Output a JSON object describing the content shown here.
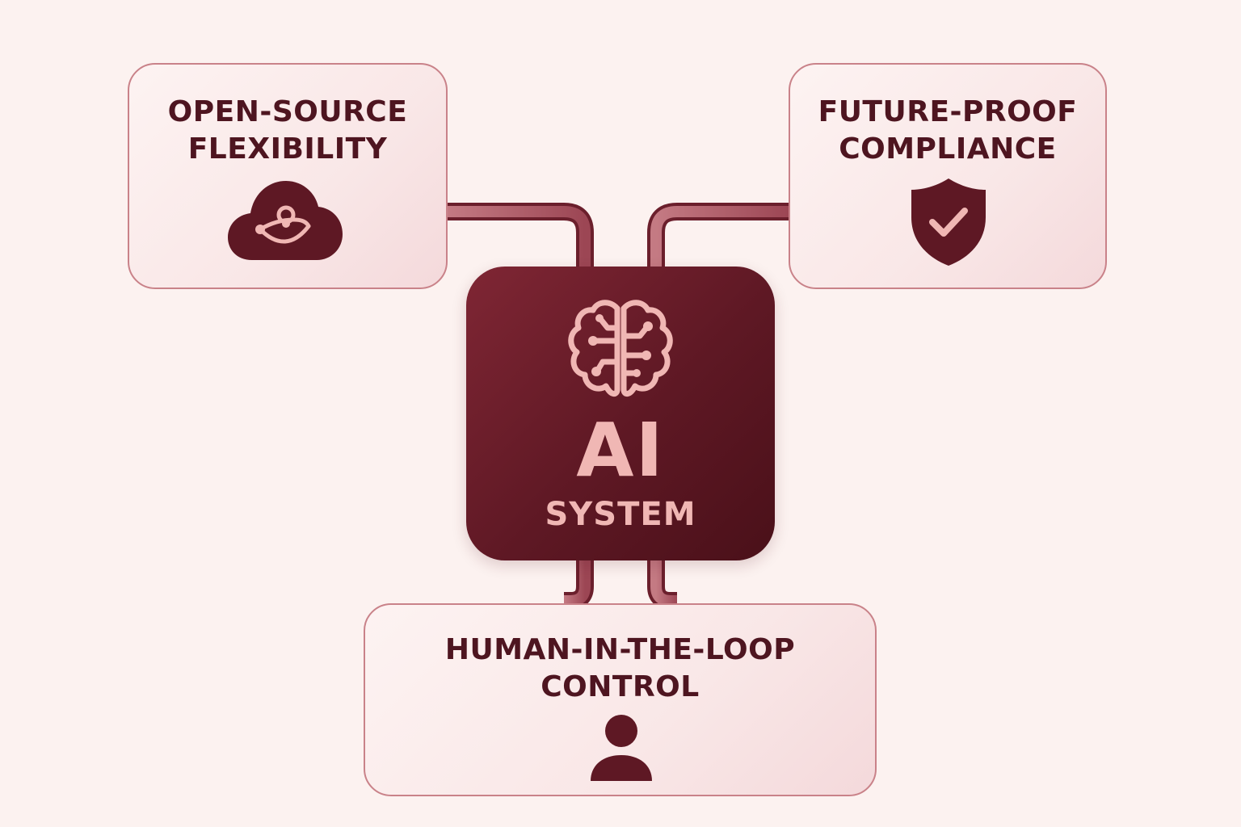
{
  "center": {
    "title": "AI",
    "subtitle": "SYSTEM",
    "icon": "brain-circuit-icon"
  },
  "nodes": {
    "open_source": {
      "line1": "OPEN-SOURCE",
      "line2": "FLEXIBILITY",
      "icon": "cloud-network-icon"
    },
    "compliance": {
      "line1": "FUTURE-PROOF",
      "line2": "COMPLIANCE",
      "icon": "shield-check-icon"
    },
    "human": {
      "line1": "HUMAN-IN-THE-LOOP",
      "line2": "CONTROL",
      "icon": "person-icon"
    }
  },
  "colors": {
    "background": "#fcf2f0",
    "card_border": "#c98289",
    "connector": "#b9646f",
    "center_fill": "#5e1824",
    "center_text": "#f0b7b4",
    "card_text": "#4e1520",
    "icon_fill": "#5e1824"
  }
}
